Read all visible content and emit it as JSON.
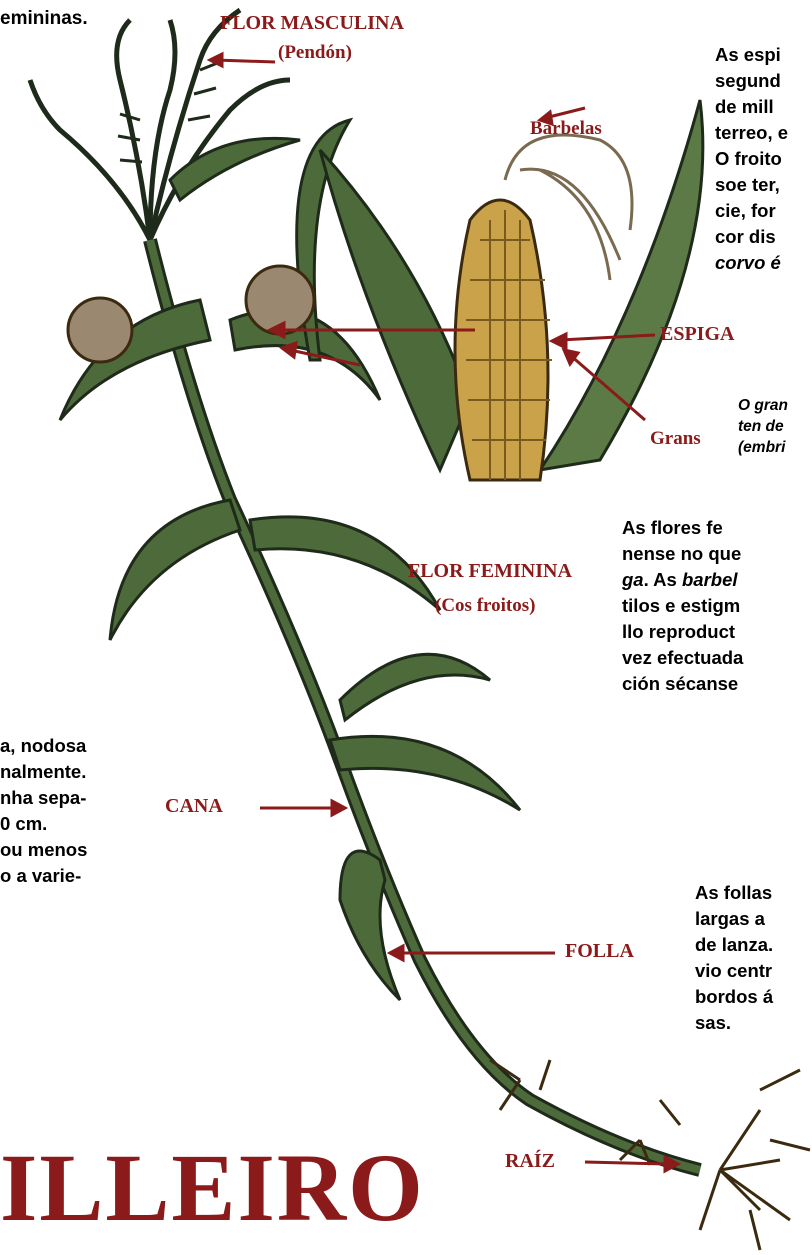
{
  "labels": {
    "flor_masculina": "FLOR MASCULINA",
    "pendon": "(Pendón)",
    "barbelas": "Barbelas",
    "espiga": "ESPIGA",
    "grans": "Grans",
    "flor_feminina": "FLOR FEMININA",
    "cos_froitos": "(Cos froitos)",
    "cana": "CANA",
    "folla": "FOLLA",
    "raiz": "RAÍZ"
  },
  "texts": {
    "top_left": "emininas.",
    "espiga_par": [
      "As espi",
      "segund",
      "de mill",
      "terreo, e",
      "O froito",
      "soe ter,",
      "cie,  for",
      "cor dis"
    ],
    "espiga_par_last": "corvo é",
    "grans_note": [
      "O gran",
      "ten  de",
      "(embri"
    ],
    "flores_par": [
      "As flores  fe",
      "nense no que"
    ],
    "flores_par_ga": "ga",
    "flores_par_ga_rest": ". As ",
    "flores_par_barbe": "barbel",
    "flores_par_rest": [
      "tilos e estigm",
      "llo reproduct",
      "vez efectuada",
      "ción sécanse"
    ],
    "cana_par": [
      "a, nodosa",
      "nalmente.",
      "nha sepa-",
      "0 cm.",
      "ou menos",
      "o a varie-"
    ],
    "follas_par": [
      "As follas",
      "largas  a",
      "de lanza.",
      "vio  centr",
      "bordos  á",
      "sas."
    ]
  },
  "title": "ILLEIRO",
  "colors": {
    "label": "#8b1a1a",
    "plant_dark": "#1e2a1a",
    "plant_green": "#4d6b3a",
    "cob": "#c9a24a",
    "arrow": "#8b1a1a"
  }
}
